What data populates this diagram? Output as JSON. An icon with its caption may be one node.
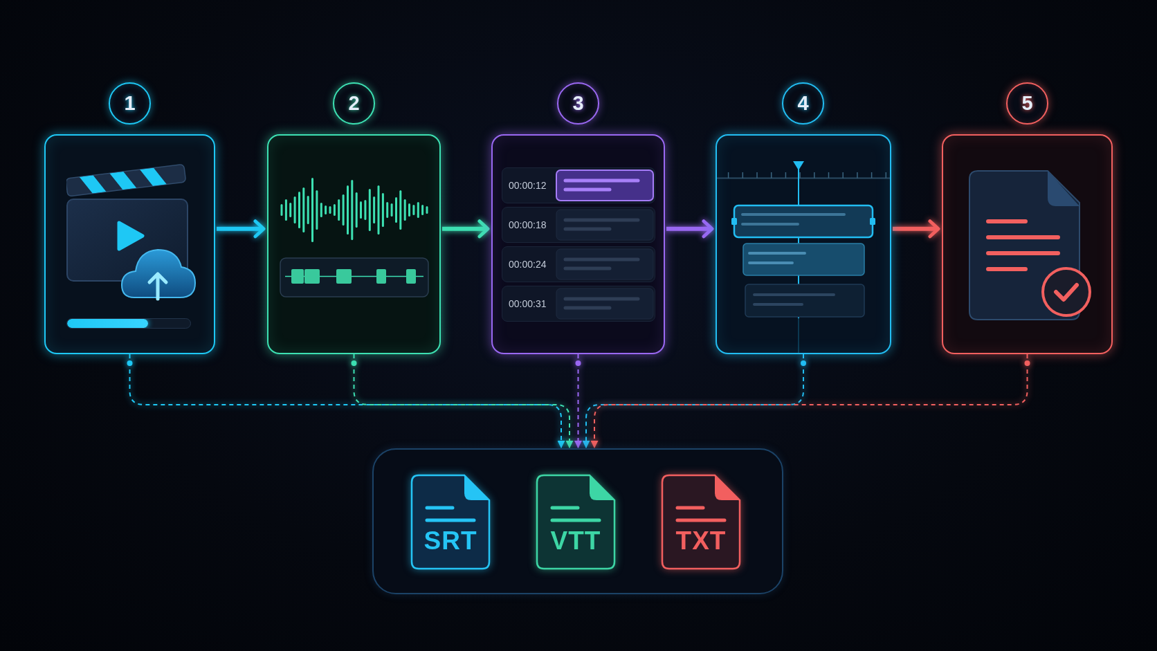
{
  "diagram": {
    "nodes": [
      {
        "text": [
          "1"
        ]
      },
      {
        "text": [
          "2"
        ]
      },
      {
        "text": [
          "3"
        ]
      },
      {
        "text": [
          "4"
        ]
      },
      {
        "text": [
          "5"
        ]
      },
      {
        "text": [],
        "shape": "box"
      },
      {
        "text": [],
        "shape": "box"
      },
      {
        "text": [],
        "shape": "box"
      },
      {
        "text": [
          "00:00:12"
        ],
        "in": 7
      },
      {
        "text": [
          "00:00:18"
        ],
        "in": 7
      },
      {
        "text": [
          "00:00:24"
        ],
        "in": 7
      },
      {
        "text": [
          "00:00:31"
        ],
        "in": 7
      },
      {
        "text": [],
        "shape": "box"
      },
      {
        "text": [],
        "shape": "box"
      },
      {
        "text": [],
        "shape": "box"
      },
      {
        "text": [
          "SRT"
        ],
        "in": 14
      },
      {
        "text": [
          "VTT"
        ],
        "in": 14
      },
      {
        "text": [
          "TXT"
        ],
        "in": 14
      }
    ],
    "edges": [
      {
        "from": 5,
        "to": 6,
        "arrow": "to",
        "style": "thick",
        "color": "#1ec8f5"
      },
      {
        "from": 6,
        "to": 7,
        "arrow": "to",
        "style": "thick",
        "color": "#3de0b2"
      },
      {
        "from": 7,
        "to": 12,
        "arrow": "to",
        "style": "thick",
        "color": "#9a68f2"
      },
      {
        "from": 12,
        "to": 13,
        "arrow": "to",
        "style": "thick",
        "color": "#f2605f"
      },
      {
        "from": 5,
        "to": 14,
        "arrow": "to",
        "style": "dashed",
        "color": "#1ec8f5"
      },
      {
        "from": 6,
        "to": 14,
        "arrow": "to",
        "style": "dashed",
        "color": "#3de0b2"
      },
      {
        "from": 7,
        "to": 14,
        "arrow": "to",
        "style": "dashed",
        "color": "#9a68f2"
      },
      {
        "from": 12,
        "to": 14,
        "arrow": "to",
        "style": "dashed",
        "color": "#22bdf2"
      },
      {
        "from": 13,
        "to": 14,
        "arrow": "to",
        "style": "dashed",
        "color": "#f2605f"
      }
    ]
  }
}
